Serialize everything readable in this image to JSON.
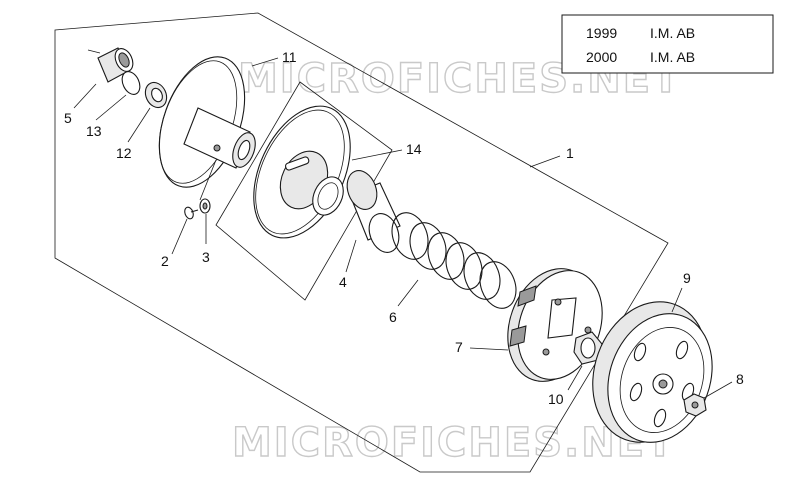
{
  "legend": {
    "rows": [
      {
        "year": "1999",
        "code": "I.M. AB"
      },
      {
        "year": "2000",
        "code": "I.M. AB"
      }
    ]
  },
  "watermarks": [
    "MICROFICHES.NET",
    "MICROFICHES.NET"
  ],
  "callouts": {
    "c1": "1",
    "c2": "2",
    "c3": "3",
    "c4": "4",
    "c5": "5",
    "c6": "6",
    "c7": "7",
    "c8": "8",
    "c9": "9",
    "c10": "10",
    "c11": "11",
    "c12": "12",
    "c13": "13",
    "c14": "14"
  }
}
